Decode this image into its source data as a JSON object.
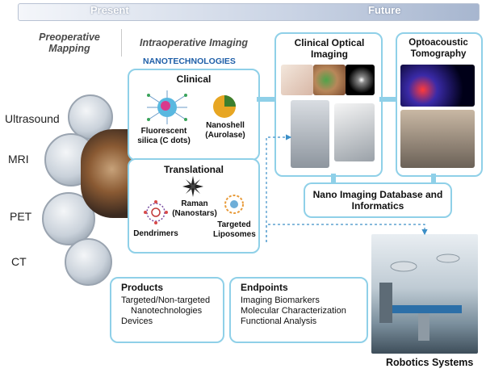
{
  "timeline": {
    "present": "Present",
    "future": "Future"
  },
  "headers": {
    "preoperative": "Preoperative Mapping",
    "intraoperative": "Intraoperative Imaging",
    "nanotechnologies": "NANOTECHNOLOGIES"
  },
  "modalities": [
    "Ultrasound",
    "MRI",
    "PET",
    "CT"
  ],
  "clinical": {
    "title": "Clinical",
    "items": [
      "Fluorescent silica (C dots)",
      "Nanoshell (Aurolase)"
    ]
  },
  "translational": {
    "title": "Translational",
    "items": [
      "Raman (Nanostars)",
      "Dendrimers",
      "Targeted Liposomes"
    ]
  },
  "optical": {
    "title": "Clinical Optical Imaging"
  },
  "optoacoustic": {
    "title": "Optoacoustic Tomography"
  },
  "database": {
    "title": "Nano Imaging Database and Informatics"
  },
  "products": {
    "title": "Products",
    "lines": [
      "Targeted/Non-targeted",
      "Nanotechnologies",
      "Devices"
    ]
  },
  "endpoints": {
    "title": "Endpoints",
    "lines": [
      "Imaging Biomarkers",
      "Molecular Characterization",
      "Functional Analysis"
    ]
  },
  "robotics": {
    "label": "Robotics Systems"
  },
  "colors": {
    "box_border": "#8fd0e8",
    "arrow": "#3c8fc7",
    "nano_title": "#1f5fa8"
  }
}
